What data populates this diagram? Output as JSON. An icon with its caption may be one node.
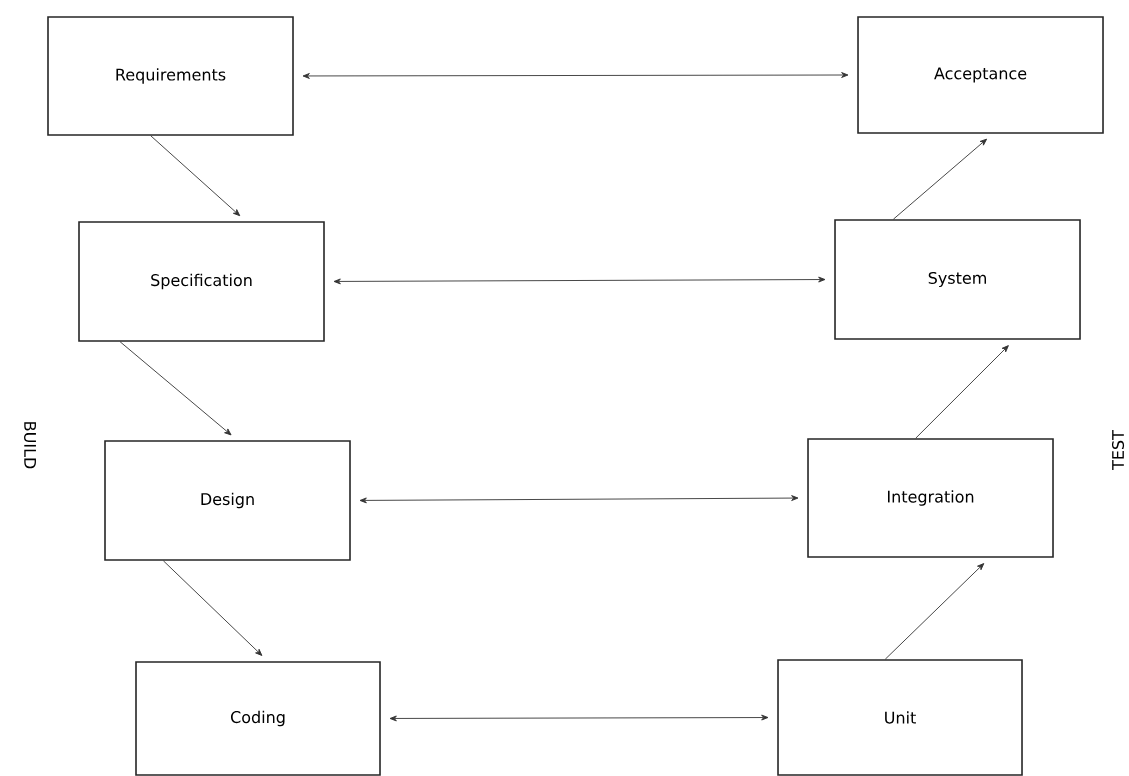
{
  "diagram": {
    "nodes": [
      {
        "text": [
          "Requirements"
        ]
      },
      {
        "text": [
          "Specification"
        ]
      },
      {
        "text": [
          "Design"
        ]
      },
      {
        "text": [
          "Coding"
        ]
      },
      {
        "text": [
          "Acceptance"
        ]
      },
      {
        "text": [
          "System"
        ]
      },
      {
        "text": [
          "Integration"
        ]
      },
      {
        "text": [
          "Unit"
        ]
      }
    ],
    "edges": [
      {
        "from": 0,
        "to": 4,
        "arrow": "both"
      },
      {
        "from": 0,
        "to": 1,
        "arrow": "to"
      },
      {
        "from": 5,
        "to": 4,
        "arrow": "to"
      },
      {
        "from": 1,
        "to": 5,
        "arrow": "both"
      },
      {
        "from": 1,
        "to": 2,
        "arrow": "to"
      },
      {
        "from": 6,
        "to": 5,
        "arrow": "to"
      },
      {
        "from": 2,
        "to": 6,
        "arrow": "both"
      },
      {
        "from": 2,
        "to": 3,
        "arrow": "to"
      },
      {
        "from": 7,
        "to": 6,
        "arrow": "to"
      },
      {
        "from": 3,
        "to": 7,
        "arrow": "both"
      }
    ],
    "labels": [
      "BUILD",
      "TEST"
    ]
  }
}
